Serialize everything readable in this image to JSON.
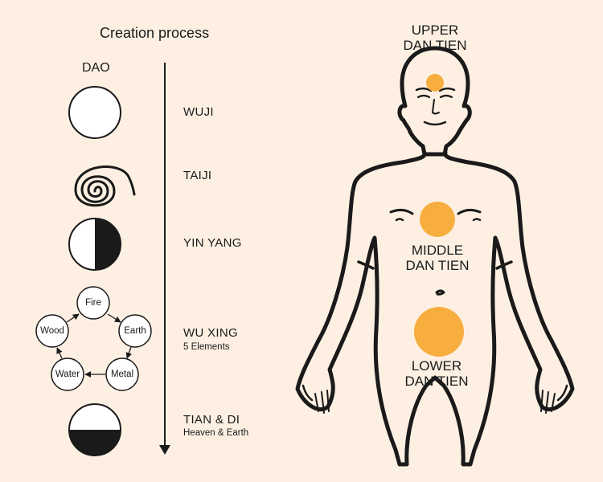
{
  "title": "Creation process",
  "dao_label": "DAO",
  "stages": {
    "wuji": "WUJI",
    "taiji": "TAIJI",
    "yinyang": "YIN YANG",
    "wuxing": "WU XING",
    "wuxing_sub": "5 Elements",
    "tiandi": "TIAN & DI",
    "tiandi_sub": "Heaven & Earth"
  },
  "elements": {
    "fire": "Fire",
    "earth": "Earth",
    "metal": "Metal",
    "water": "Water",
    "wood": "Wood"
  },
  "dantien": {
    "upper_line1": "UPPER",
    "upper_line2": "DAN TIEN",
    "middle_line1": "MIDDLE",
    "middle_line2": "DAN TIEN",
    "lower_line1": "LOWER",
    "lower_line2": "DAN TIEN"
  },
  "colors": {
    "background": "#fdf0e3",
    "dantien": "#f7ae3f",
    "ink": "#1a1a1a"
  }
}
